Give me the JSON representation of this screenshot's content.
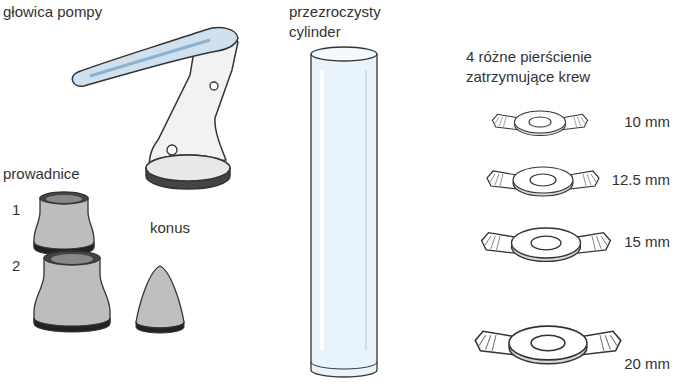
{
  "diagram": {
    "labels": [
      "głowica pompy",
      "przezroczysty cylinder",
      "4 różne pierścienie zatrzymujące krew",
      "prowadnice",
      "1",
      "2",
      "konus",
      "10 mm",
      "12.5 mm",
      "15 mm",
      "20 mm"
    ]
  }
}
